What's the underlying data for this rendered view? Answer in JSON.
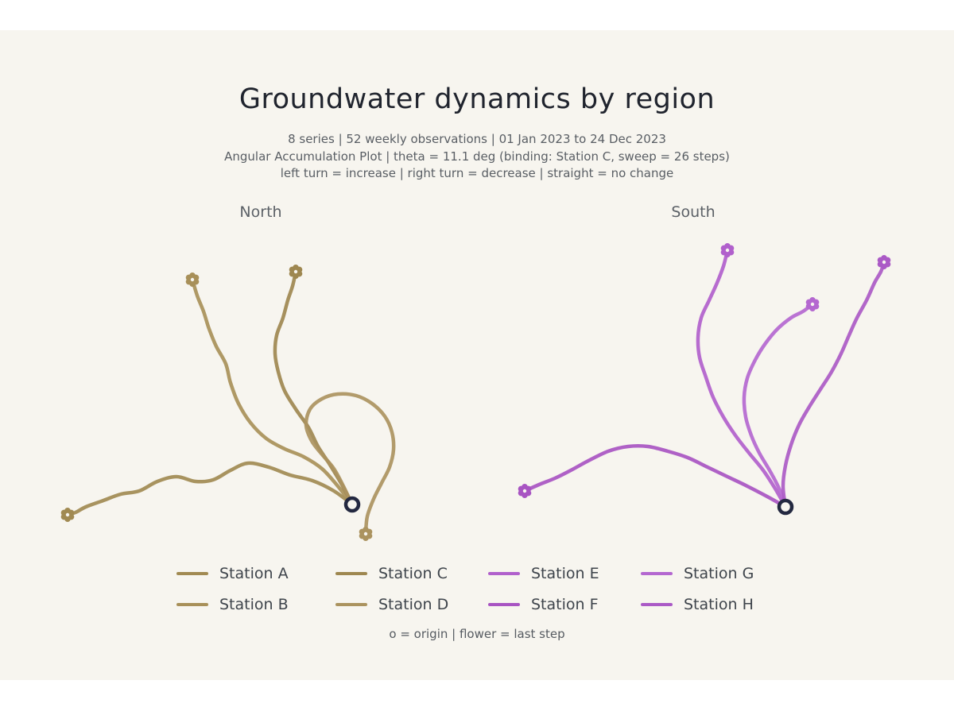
{
  "page": {
    "title": "Groundwater dynamics by region",
    "subtitle_lines": [
      "8 series | 52 weekly observations | 01 Jan 2023 to 24 Dec 2023",
      "Angular Accumulation Plot | theta = 11.1 deg (binding: Station C, sweep = 26 steps)",
      "left turn = increase | right turn = decrease | straight = no change"
    ],
    "footer_note": "o = origin | flower = last step"
  },
  "legend": {
    "items": [
      {
        "label": "Station A",
        "color": "#a18a52"
      },
      {
        "label": "Station C",
        "color": "#9e8750"
      },
      {
        "label": "Station E",
        "color": "#b160cc"
      },
      {
        "label": "Station G",
        "color": "#b467d0"
      },
      {
        "label": "Station B",
        "color": "#a89059"
      },
      {
        "label": "Station D",
        "color": "#ab935f"
      },
      {
        "label": "Station F",
        "color": "#a854c2"
      },
      {
        "label": "Station H",
        "color": "#ab5ac6"
      }
    ]
  },
  "chart_data": {
    "type": "line",
    "title": "Groundwater dynamics by region",
    "plot_style": "angular accumulation turtle walk",
    "n_series": 8,
    "n_observations_per_series": 52,
    "observation_cadence": "weekly",
    "date_range": "01 Jan 2023 to 24 Dec 2023",
    "theta_deg": 11.1,
    "binding_series": "Station C",
    "sweep_steps": 26,
    "encoding_rules": {
      "left_turn": "increase",
      "right_turn": "decrease",
      "straight": "no change"
    },
    "marker_legend": {
      "o": "origin",
      "flower": "last step"
    },
    "origin_marker": {
      "radius": 8,
      "stroke": "#232840",
      "stroke_width": 4.5,
      "fill": "#f7f5ef"
    },
    "panels": [
      {
        "name": "North",
        "origin": [
          443,
          635
        ],
        "series": [
          {
            "name": "Station A",
            "color": "#a18a52",
            "points": [
              [
                443,
                635
              ],
              [
                420,
                618
              ],
              [
                393,
                605
              ],
              [
                365,
                598
              ],
              [
                338,
                588
              ],
              [
                312,
                583
              ],
              [
                290,
                592
              ],
              [
                268,
                604
              ],
              [
                246,
                606
              ],
              [
                222,
                600
              ],
              [
                198,
                606
              ],
              [
                175,
                618
              ],
              [
                152,
                622
              ],
              [
                130,
                630
              ],
              [
                108,
                638
              ],
              [
                95,
                645
              ],
              [
                85,
                648
              ]
            ],
            "end": [
              85,
              648
            ]
          },
          {
            "name": "Station B",
            "color": "#a89059",
            "points": [
              [
                443,
                635
              ],
              [
                425,
                612
              ],
              [
                405,
                590
              ],
              [
                382,
                575
              ],
              [
                358,
                565
              ],
              [
                335,
                552
              ],
              [
                315,
                532
              ],
              [
                300,
                508
              ],
              [
                290,
                482
              ],
              [
                284,
                458
              ],
              [
                272,
                436
              ],
              [
                263,
                414
              ],
              [
                256,
                392
              ],
              [
                248,
                372
              ],
              [
                242,
                352
              ]
            ],
            "end": [
              242,
              352
            ]
          },
          {
            "name": "Station C",
            "color": "#9e8750",
            "points": [
              [
                443,
                635
              ],
              [
                430,
                610
              ],
              [
                415,
                585
              ],
              [
                400,
                562
              ],
              [
                388,
                538
              ],
              [
                372,
                515
              ],
              [
                358,
                492
              ],
              [
                350,
                468
              ],
              [
                346,
                445
              ],
              [
                348,
                422
              ],
              [
                356,
                400
              ],
              [
                362,
                378
              ],
              [
                368,
                360
              ],
              [
                372,
                342
              ]
            ],
            "end": [
              372,
              342
            ]
          },
          {
            "name": "Station D",
            "color": "#ab935f",
            "points": [
              [
                443,
                635
              ],
              [
                432,
                612
              ],
              [
                420,
                590
              ],
              [
                405,
                572
              ],
              [
                392,
                555
              ],
              [
                385,
                535
              ],
              [
                390,
                515
              ],
              [
                405,
                502
              ],
              [
                425,
                496
              ],
              [
                448,
                498
              ],
              [
                468,
                508
              ],
              [
                484,
                524
              ],
              [
                493,
                544
              ],
              [
                495,
                566
              ],
              [
                490,
                588
              ],
              [
                480,
                608
              ],
              [
                470,
                628
              ],
              [
                462,
                650
              ],
              [
                460,
                672
              ]
            ],
            "end": [
              460,
              672
            ]
          }
        ]
      },
      {
        "name": "South",
        "origin": [
          988,
          638
        ],
        "series": [
          {
            "name": "Station E",
            "color": "#b160cc",
            "points": [
              [
                988,
                638
              ],
              [
                975,
                615
              ],
              [
                960,
                592
              ],
              [
                942,
                570
              ],
              [
                925,
                548
              ],
              [
                910,
                525
              ],
              [
                897,
                500
              ],
              [
                888,
                475
              ],
              [
                880,
                450
              ],
              [
                878,
                425
              ],
              [
                882,
                400
              ],
              [
                892,
                378
              ],
              [
                902,
                356
              ],
              [
                910,
                335
              ],
              [
                915,
                315
              ]
            ],
            "end": [
              915,
              315
            ]
          },
          {
            "name": "Station F",
            "color": "#a854c2",
            "points": [
              [
                988,
                638
              ],
              [
                965,
                625
              ],
              [
                940,
                612
              ],
              [
                915,
                600
              ],
              [
                890,
                588
              ],
              [
                865,
                576
              ],
              [
                840,
                568
              ],
              [
                815,
                562
              ],
              [
                790,
                562
              ],
              [
                765,
                568
              ],
              [
                740,
                580
              ],
              [
                718,
                592
              ],
              [
                698,
                602
              ],
              [
                678,
                610
              ],
              [
                660,
                618
              ]
            ],
            "end": [
              660,
              618
            ]
          },
          {
            "name": "Station G",
            "color": "#b467d0",
            "points": [
              [
                988,
                638
              ],
              [
                980,
                615
              ],
              [
                968,
                592
              ],
              [
                955,
                570
              ],
              [
                945,
                548
              ],
              [
                938,
                525
              ],
              [
                936,
                500
              ],
              [
                940,
                476
              ],
              [
                950,
                453
              ],
              [
                963,
                432
              ],
              [
                978,
                414
              ],
              [
                995,
                400
              ],
              [
                1010,
                392
              ],
              [
                1022,
                383
              ]
            ],
            "end": [
              1022,
              383
            ]
          },
          {
            "name": "Station H",
            "color": "#ab5ac6",
            "points": [
              [
                988,
                638
              ],
              [
                985,
                612
              ],
              [
                988,
                586
              ],
              [
                995,
                560
              ],
              [
                1005,
                535
              ],
              [
                1018,
                512
              ],
              [
                1032,
                490
              ],
              [
                1046,
                468
              ],
              [
                1058,
                445
              ],
              [
                1068,
                422
              ],
              [
                1078,
                400
              ],
              [
                1090,
                378
              ],
              [
                1100,
                356
              ],
              [
                1108,
                342
              ],
              [
                1112,
                330
              ]
            ],
            "end": [
              1112,
              330
            ]
          }
        ]
      }
    ],
    "line_width": 4.5,
    "flower_marker": {
      "petals": 6,
      "petal_radius": 3.8,
      "ring_radius": 5.2,
      "center_radius": 2.2
    }
  }
}
